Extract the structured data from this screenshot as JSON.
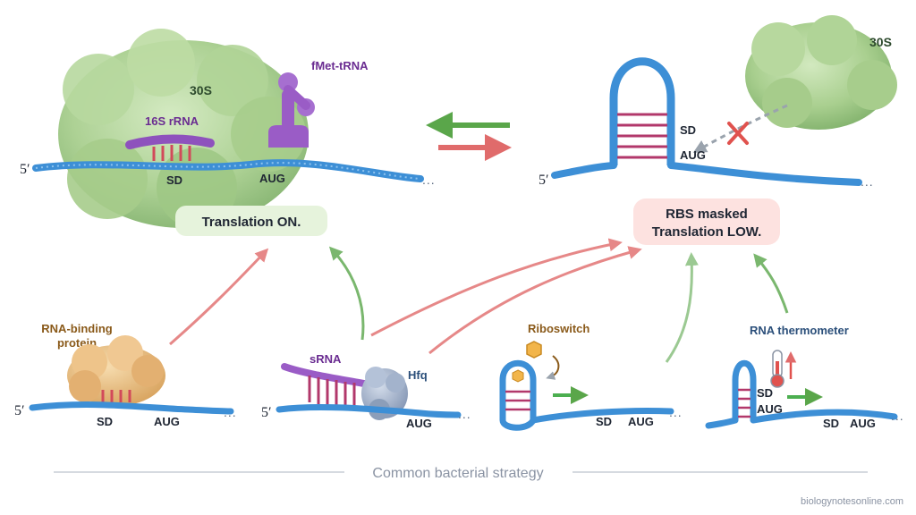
{
  "on_panel": {
    "subunit": "30S",
    "rrna": "16S rRNA",
    "trna": "fMet-tRNA",
    "five_prime": "5′",
    "sd": "SD",
    "aug": "AUG",
    "ellipsis": "...",
    "status": "Translation ON."
  },
  "off_panel": {
    "subunit": "30S",
    "five_prime": "5′",
    "sd": "SD",
    "aug": "AUG",
    "ellipsis": "...",
    "status_line1": "RBS masked",
    "status_line2": "Translation LOW."
  },
  "mechanisms": {
    "rbp": {
      "label_line1": "RNA-binding",
      "label_line2": "protein",
      "five_prime": "5′",
      "sd": "SD",
      "aug": "AUG",
      "ellipsis": "..."
    },
    "srna": {
      "label": "sRNA",
      "hfq": "Hfq",
      "five_prime": "5′",
      "aug": "AUG",
      "ellipsis": "..."
    },
    "riboswitch": {
      "label": "Riboswitch",
      "sd": "SD",
      "aug": "AUG",
      "ellipsis": "..."
    },
    "thermometer": {
      "label": "RNA thermometer",
      "sd": "SD",
      "aug": "AUG",
      "sd2": "SD",
      "aug2": "AUG",
      "ellipsis": "..."
    }
  },
  "footer": "Common bacterial strategy",
  "credit": "biologynotesonline.com",
  "colors": {
    "mrna": "#3d8fd6",
    "ribosome": "#a9cf8f",
    "trna": "#9a5cc6",
    "green_arrow": "#5aa64a",
    "red_arrow": "#e06b6b",
    "stem_pairs": "#b2386b",
    "rbp": "#e8b97a",
    "hfq": "#98a9c4"
  }
}
